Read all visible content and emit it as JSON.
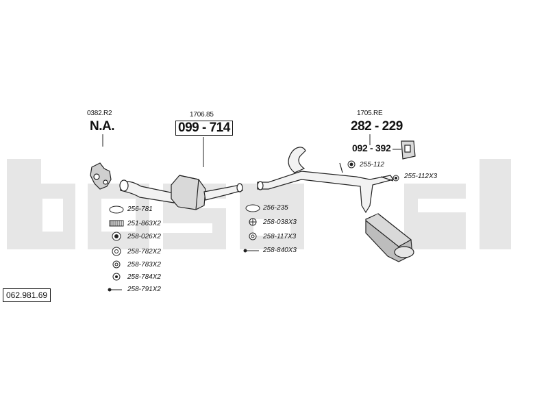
{
  "watermark": "bosal",
  "assembly_code": "062.981.69",
  "groups": {
    "manifold": {
      "ref": "0382.R2",
      "part": "N.A."
    },
    "catalyst": {
      "ref": "1706.85",
      "part": "099 - 714"
    },
    "rear": {
      "ref": "1705.RE",
      "part": "282 - 229",
      "subpart": "092 - 392"
    }
  },
  "fittings_left": [
    "256-781",
    "251-863X2",
    "258-026X2",
    "258-782X2",
    "258-783X2",
    "258-784X2",
    "258-791X2"
  ],
  "fittings_mid": [
    "256-235",
    "258-038X3",
    "258-117X3",
    "258-840X3"
  ],
  "fittings_rear": [
    "255-112",
    "255-112X3"
  ],
  "colors": {
    "watermark": "#e6e6e6",
    "line": "#222222",
    "pipe_fill": "#f2f2f2",
    "part_shade": "#bdbdbd"
  }
}
